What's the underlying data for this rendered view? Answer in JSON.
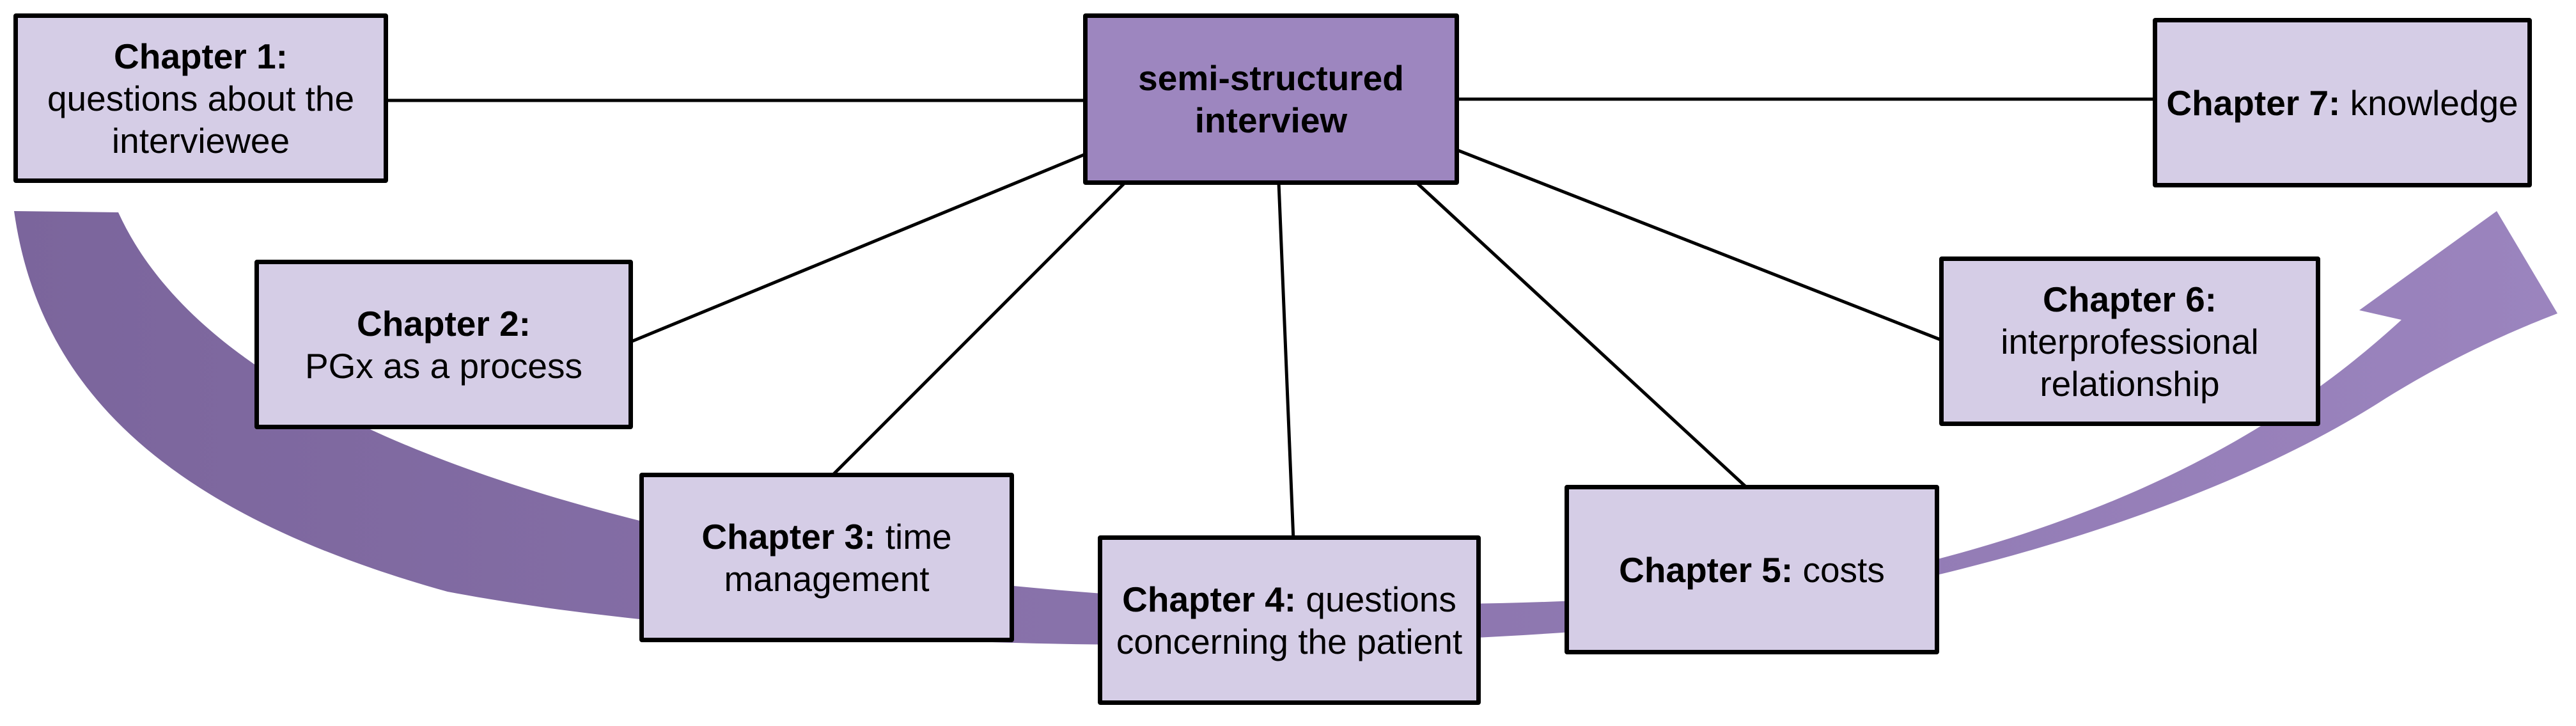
{
  "diagram": {
    "center": {
      "label": "semi-structured interview"
    },
    "chapters": [
      {
        "id": 1,
        "title": "Chapter 1:",
        "text": "questions about the interviewee"
      },
      {
        "id": 2,
        "title": "Chapter 2:",
        "text": "PGx as a process"
      },
      {
        "id": 3,
        "title": "Chapter 3:",
        "text": "time management"
      },
      {
        "id": 4,
        "title": "Chapter 4:",
        "text": "questions concerning the patient"
      },
      {
        "id": 5,
        "title": "Chapter 5:",
        "text": "costs"
      },
      {
        "id": 6,
        "title": "Chapter 6:",
        "text": "interprofessional relationship"
      },
      {
        "id": 7,
        "title": "Chapter 7:",
        "text": "knowledge"
      }
    ],
    "colors": {
      "center_fill": "#9d86bf",
      "chapter_fill": "#d5cde6",
      "border": "#000000",
      "connector": "#000000",
      "arrow_start": "#7b659c",
      "arrow_end": "#9b84be"
    }
  }
}
